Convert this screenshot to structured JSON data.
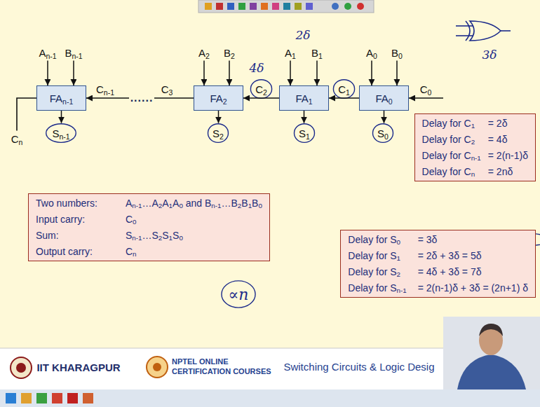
{
  "diagram": {
    "nodes": [
      {
        "text": [
          "FAn-1"
        ]
      },
      {
        "text": [
          "FA2"
        ]
      },
      {
        "text": [
          "FA1"
        ]
      },
      {
        "text": [
          "FA0"
        ]
      },
      {
        "text": [
          "Delay for C1",
          "= 2δ",
          "Delay for C2",
          "= 4δ",
          "Delay for Cn-1",
          "= 2(n-1)δ",
          "Delay for Cn",
          "= 2nδ"
        ]
      },
      {
        "text": [
          "Two numbers:",
          "An-1…A2A1A0 and Bn-1…B2B1B0",
          "Input carry:",
          "C0",
          "Sum:",
          "Sn-1…S2S1S0",
          "Output carry:",
          "Cn"
        ]
      },
      {
        "text": [
          "Delay for S0",
          "= 3δ",
          "Delay for S1",
          "= 2δ + 3δ = 5δ",
          "Delay for S2",
          "= 4δ + 3δ = 7δ",
          "Delay for Sn-1",
          "= 2(n-1)δ + 3δ = (2n+1) δ"
        ]
      }
    ],
    "edges": [
      {
        "from": 3,
        "to": 2,
        "label": "C1",
        "arrow": "to"
      },
      {
        "from": 2,
        "to": 1,
        "label": "C2",
        "arrow": "to"
      },
      {
        "from": 1,
        "to": 0,
        "arrow": "to"
      }
    ],
    "labels": [
      "An-1",
      "Bn-1",
      "A2",
      "B2",
      "A1",
      "B1",
      "A0",
      "B0",
      "2δ",
      "4δ",
      "3δ",
      "C0",
      "Cn-1",
      "C3",
      "......",
      "Cn",
      "Sn-1",
      "S2",
      "S1",
      "S0",
      "∝n",
      "IIT KHARAGPUR",
      "NPTEL ONLINE CERTIFICATION COURSES",
      "Switching Circuits & Logic Desig"
    ]
  }
}
